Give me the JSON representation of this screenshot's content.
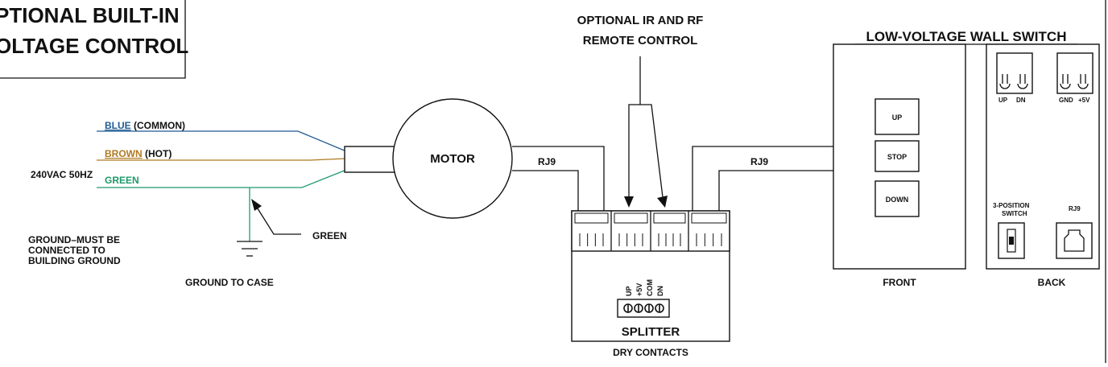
{
  "title_box": {
    "line1": "PTIONAL BUILT-IN",
    "line2": "OLTAGE CONTROL"
  },
  "remote": {
    "line1": "OPTIONAL IR AND RF",
    "line2": "REMOTE CONTROL"
  },
  "wall_switch": {
    "title": "LOW-VOLTAGE WALL SWITCH",
    "front_label": "FRONT",
    "back_label": "BACK",
    "buttons": [
      "UP",
      "STOP",
      "DOWN"
    ],
    "terminals_left": {
      "a": "UP",
      "b": "DN"
    },
    "terminals_right": {
      "a": "GND",
      "b": "+5V"
    },
    "switch_label_1": "3-POSITION",
    "switch_label_2": "SWITCH",
    "jack_label": "RJ9"
  },
  "power": {
    "supply": "240VAC 50HZ",
    "blue_name": "BLUE",
    "blue_desc": " (COMMON)",
    "brown_name": "BROWN",
    "brown_desc": " (HOT)",
    "green_name": "GREEN",
    "green_ground": "GREEN",
    "ground_note_1": "GROUND–MUST BE",
    "ground_note_2": "CONNECTED TO",
    "ground_note_3": "BUILDING GROUND",
    "ground_case": "GROUND TO CASE"
  },
  "motor": {
    "label": "MOTOR",
    "rj9_left": "RJ9"
  },
  "splitter": {
    "rj9_right": "RJ9",
    "terminals": [
      "UP",
      "+5V",
      "COM",
      "DN"
    ],
    "label": "SPLITTER",
    "dry": "DRY CONTACTS"
  },
  "colors": {
    "blue": "#1f5b94",
    "brown": "#b07a22",
    "green": "#1f9a6a",
    "line": "#111111"
  }
}
